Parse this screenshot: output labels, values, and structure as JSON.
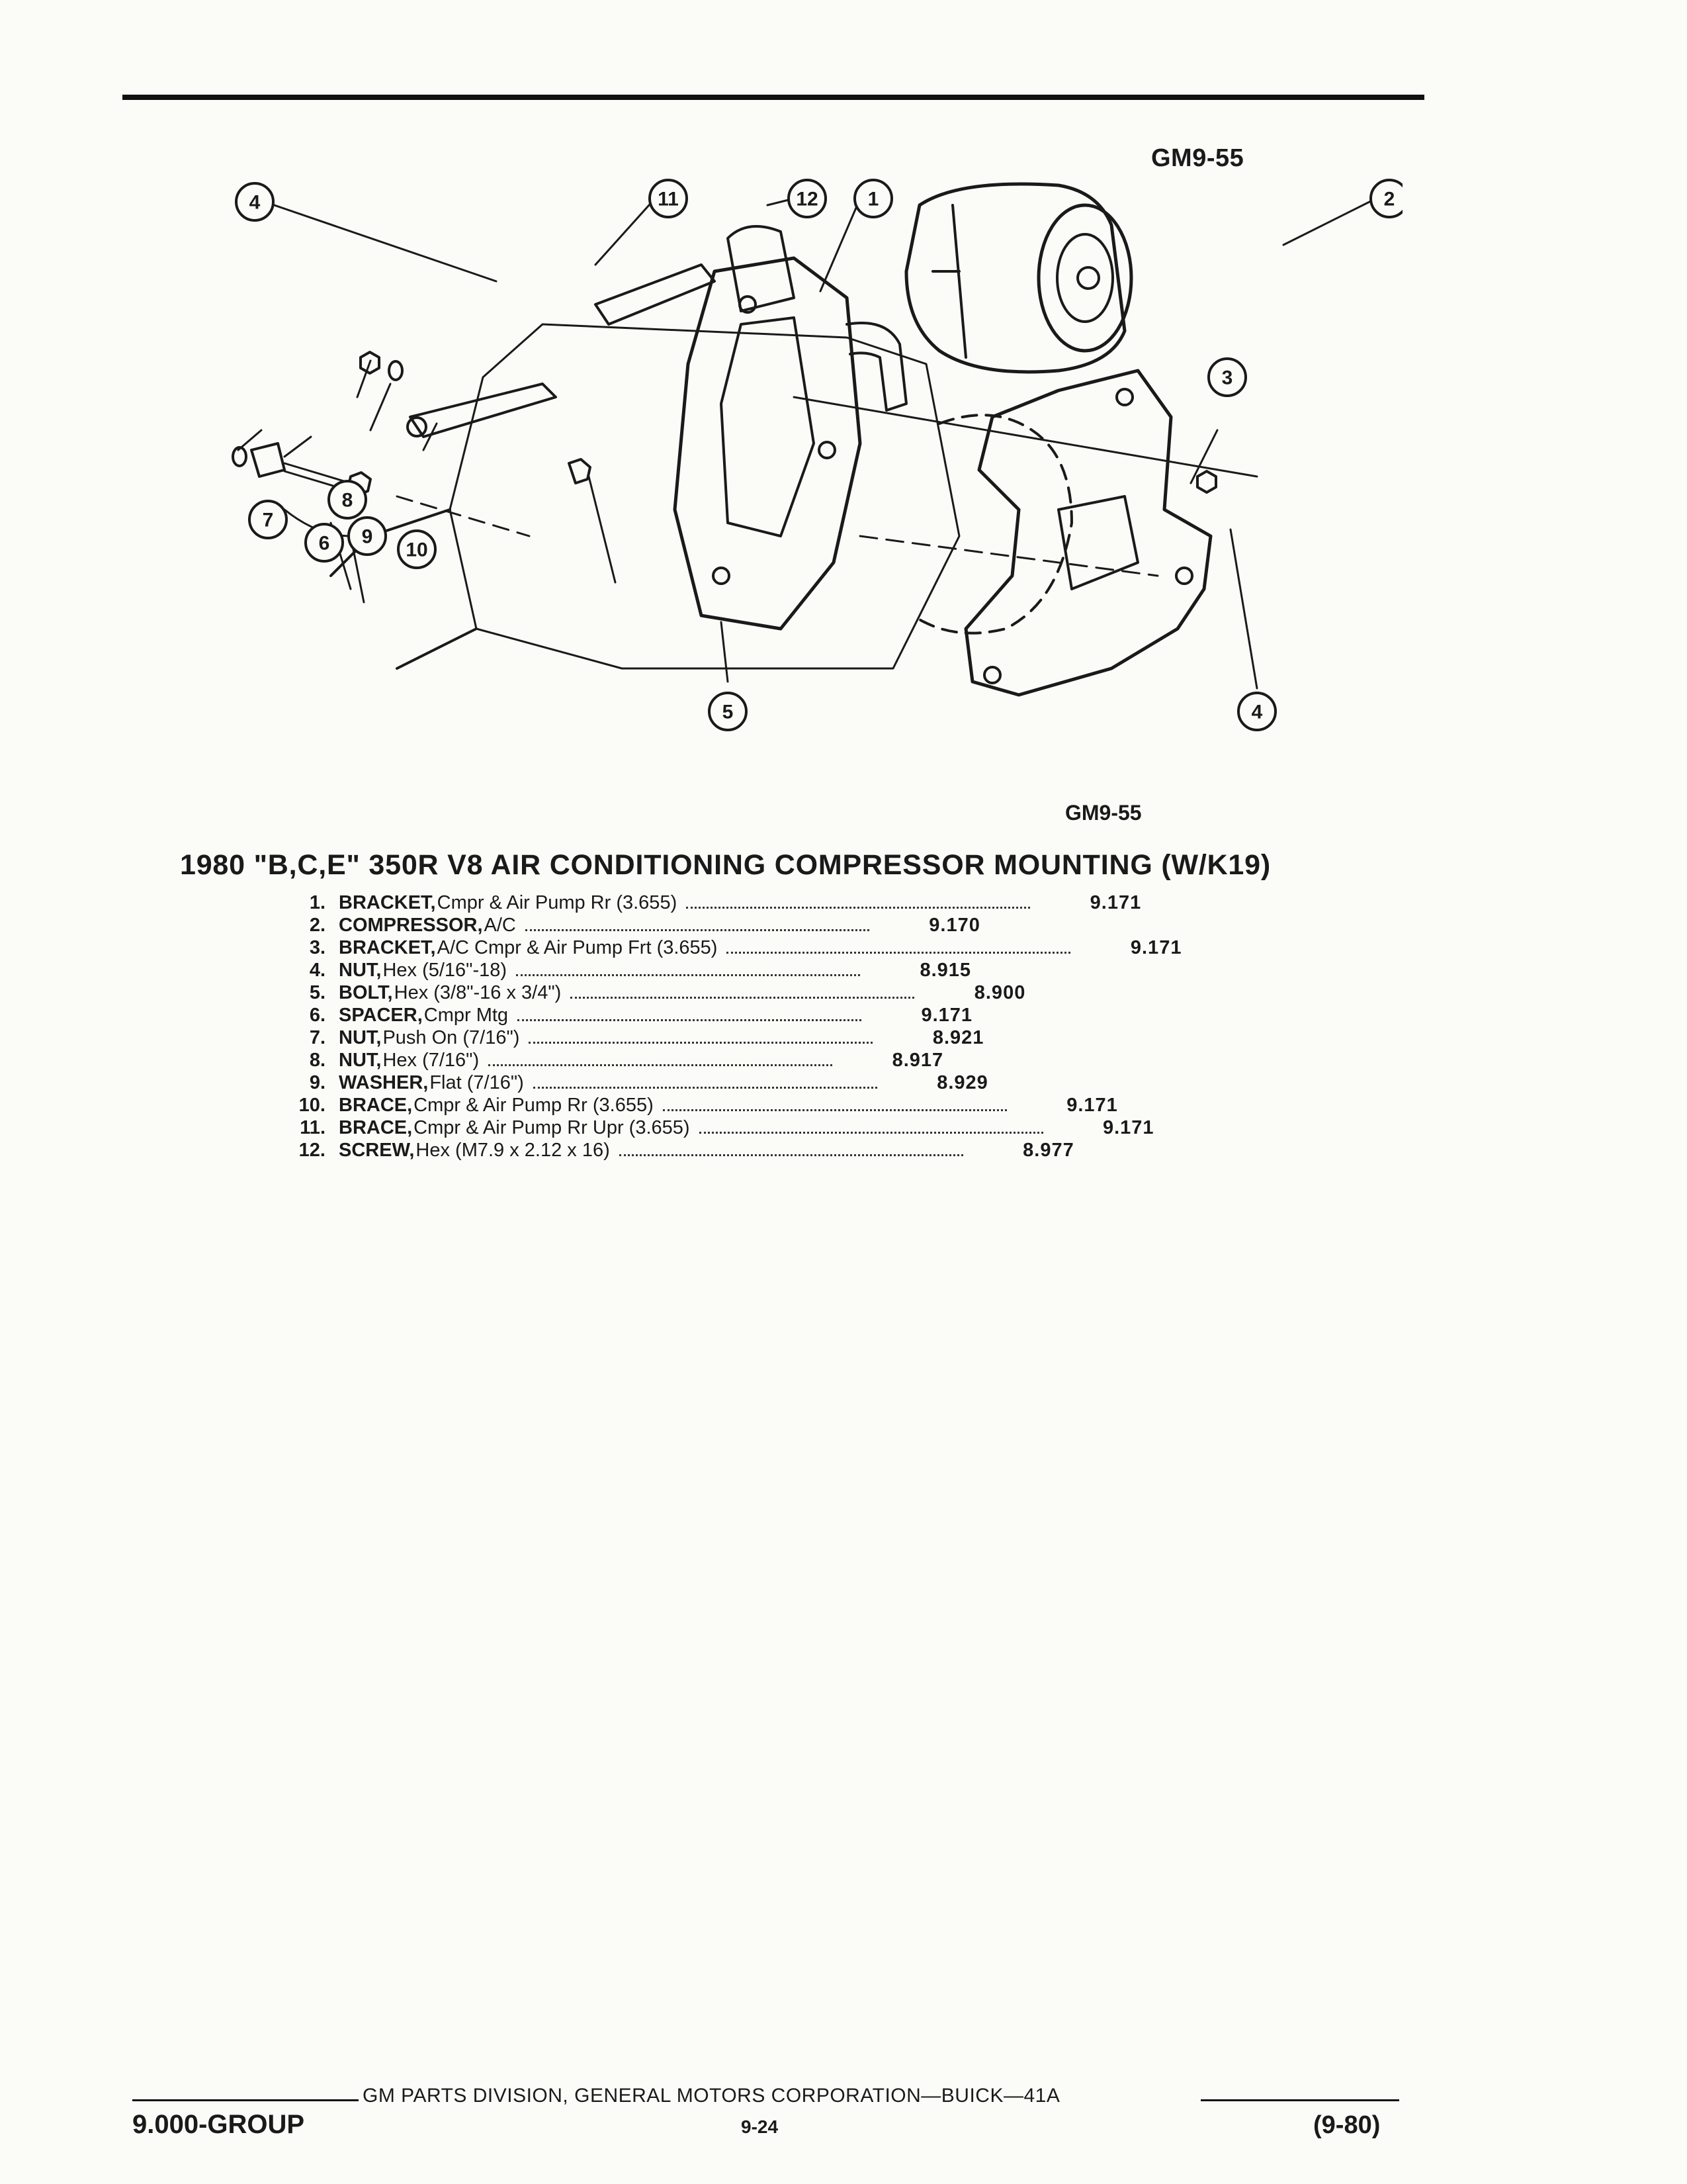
{
  "figure": {
    "code_top": "GM9-55",
    "code_bottom": "GM9-55"
  },
  "title": "1980 \"B,C,E\" 350R V8 AIR CONDITIONING COMPRESSOR MOUNTING (W/K19)",
  "callouts": [
    "1",
    "2",
    "3",
    "4",
    "5",
    "6",
    "7",
    "8",
    "9",
    "10",
    "11",
    "12"
  ],
  "parts": [
    {
      "num": "1.",
      "name": "BRACKET,",
      "desc": "Cmpr & Air Pump Rr (3.655)",
      "group": "9.171"
    },
    {
      "num": "2.",
      "name": "COMPRESSOR,",
      "desc": "A/C",
      "group": "9.170"
    },
    {
      "num": "3.",
      "name": "BRACKET,",
      "desc": "A/C Cmpr & Air Pump Frt (3.655)",
      "group": "9.171"
    },
    {
      "num": "4.",
      "name": "NUT,",
      "desc": "Hex (5/16\"-18)",
      "group": "8.915"
    },
    {
      "num": "5.",
      "name": "BOLT,",
      "desc": "Hex (3/8\"-16 x 3/4\")",
      "group": "8.900"
    },
    {
      "num": "6.",
      "name": "SPACER,",
      "desc": "Cmpr Mtg",
      "group": "9.171"
    },
    {
      "num": "7.",
      "name": "NUT,",
      "desc": "Push On (7/16\")",
      "group": "8.921"
    },
    {
      "num": "8.",
      "name": "NUT,",
      "desc": "Hex (7/16\")",
      "group": "8.917"
    },
    {
      "num": "9.",
      "name": "WASHER,",
      "desc": "Flat (7/16\")",
      "group": "8.929"
    },
    {
      "num": "10.",
      "name": "BRACE,",
      "desc": "Cmpr & Air Pump Rr (3.655)",
      "group": "9.171"
    },
    {
      "num": "11.",
      "name": "BRACE,",
      "desc": "Cmpr & Air Pump Rr Upr (3.655)",
      "group": "9.171"
    },
    {
      "num": "12.",
      "name": "SCREW,",
      "desc": "Hex (M7.9 x 2.12 x 16)",
      "group": "8.977"
    }
  ],
  "footer": {
    "credit": "GM PARTS DIVISION, GENERAL MOTORS CORPORATION—BUICK—41A",
    "group": "9.000-GROUP",
    "page": "9-24",
    "date": "(9-80)"
  }
}
